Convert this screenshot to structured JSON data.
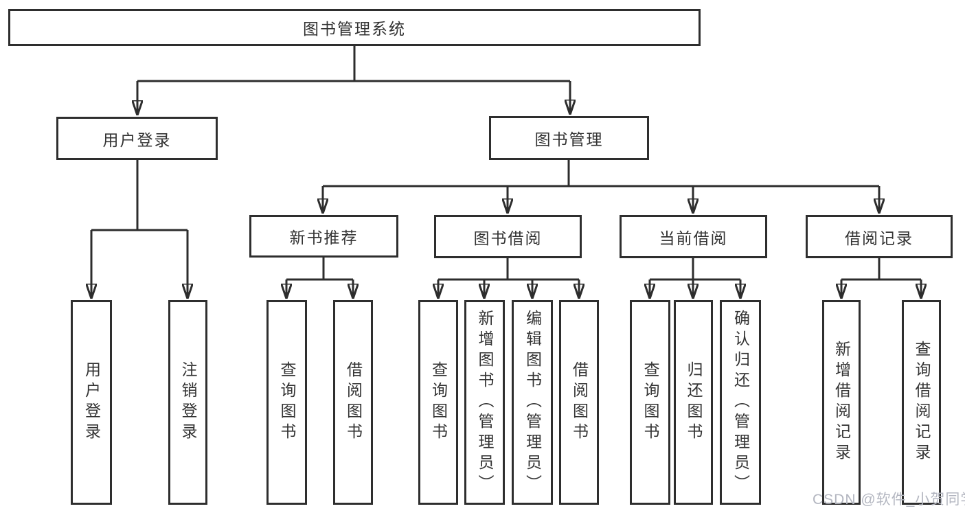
{
  "colors": {
    "line": "#2d2d2d",
    "box_border": "#2e2e2e",
    "text": "#333333",
    "watermark": "#b3b6c0",
    "background": "#ffffff"
  },
  "nodes": {
    "root": "图书管理系统",
    "user_login": {
      "label": "用户登录",
      "children": [
        "用户登录",
        "注销登录"
      ]
    },
    "book_management": {
      "label": "图书管理",
      "sections": [
        {
          "label": "新书推荐",
          "children": [
            "查询图书",
            "借阅图书"
          ]
        },
        {
          "label": "图书借阅",
          "children": [
            "查询图书",
            "新增图书（管理员）",
            "编辑图书（管理员）",
            "借阅图书"
          ]
        },
        {
          "label": "当前借阅",
          "children": [
            "查询图书",
            "归还图书",
            "确认归还（管理员）"
          ]
        },
        {
          "label": "借阅记录",
          "children": [
            "新增借阅记录",
            "查询借阅记录"
          ]
        }
      ]
    }
  },
  "watermark": "CSDN @软件_小贺同学"
}
